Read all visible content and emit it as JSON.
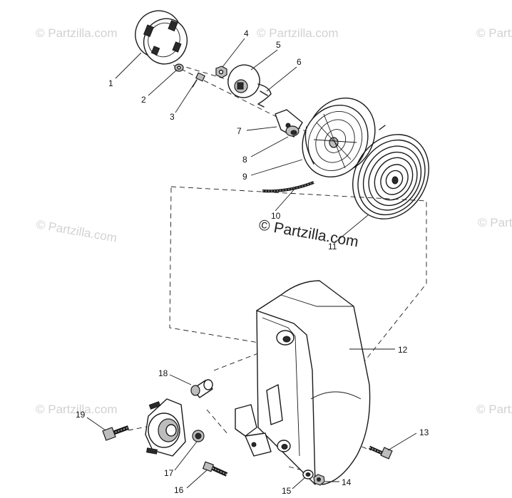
{
  "watermark": {
    "text": "© Partzilla.com",
    "brand_text": "© Partzilla.com"
  },
  "callouts": [
    {
      "id": "1",
      "label": "1"
    },
    {
      "id": "2",
      "label": "2"
    },
    {
      "id": "3",
      "label": "3"
    },
    {
      "id": "4",
      "label": "4"
    },
    {
      "id": "5",
      "label": "5"
    },
    {
      "id": "6",
      "label": "6"
    },
    {
      "id": "7",
      "label": "7"
    },
    {
      "id": "8",
      "label": "8"
    },
    {
      "id": "9",
      "label": "9"
    },
    {
      "id": "10",
      "label": "10"
    },
    {
      "id": "11",
      "label": "11"
    },
    {
      "id": "12",
      "label": "12"
    },
    {
      "id": "13",
      "label": "13"
    },
    {
      "id": "14",
      "label": "14"
    },
    {
      "id": "15",
      "label": "15"
    },
    {
      "id": "16",
      "label": "16"
    },
    {
      "id": "17",
      "label": "17"
    },
    {
      "id": "18",
      "label": "18"
    },
    {
      "id": "19",
      "label": "19"
    }
  ]
}
